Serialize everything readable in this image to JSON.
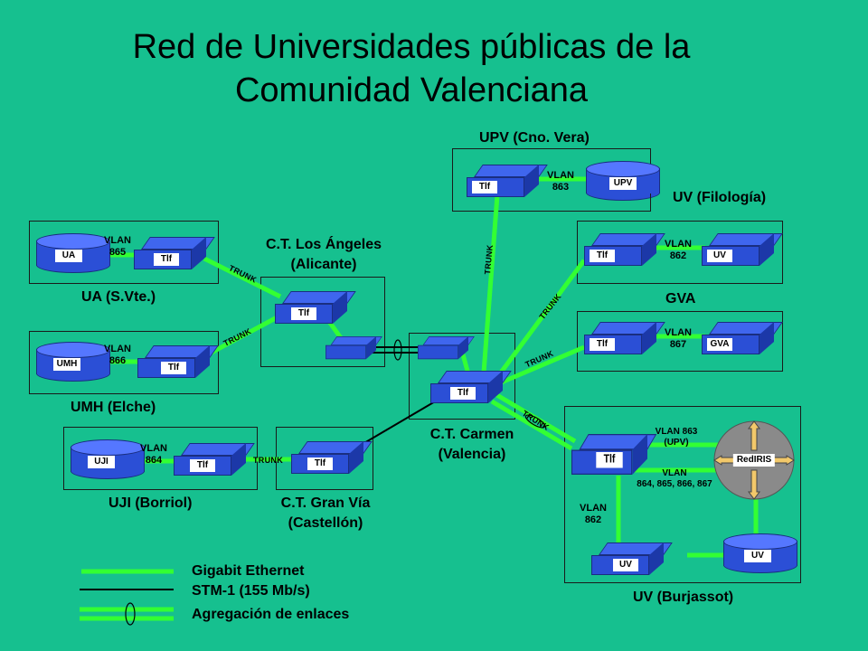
{
  "title_line1": "Red de Universidades públicas de la",
  "title_line2": "Comunidad Valenciana",
  "sites": {
    "upv": "UPV (Cno. Vera)",
    "uv_filologia": "UV (Filología)",
    "gva": "GVA",
    "ua": "UA (S.Vte.)",
    "umh": "UMH (Elche)",
    "uji": "UJI (Borriol)",
    "ct_angeles_1": "C.T. Los Ángeles",
    "ct_angeles_2": "(Alicante)",
    "ct_carmen_1": "C.T. Carmen",
    "ct_carmen_2": "(Valencia)",
    "ct_granvia_1": "C.T. Gran Vía",
    "ct_granvia_2": "(Castellón)",
    "uv_burjassot": "UV (Burjassot)"
  },
  "device_tags": {
    "tlf": "Tlf",
    "upv": "UPV",
    "uv": "UV",
    "gva": "GVA",
    "ua": "UA",
    "umh": "UMH",
    "uji": "UJI",
    "rediris": "RedIRIS"
  },
  "vlans": {
    "upv_1": "VLAN",
    "upv_2": "863",
    "filologia_1": "VLAN",
    "filologia_2": "862",
    "gva_1": "VLAN",
    "gva_2": "867",
    "ua_1": "VLAN",
    "ua_2": "865",
    "umh_1": "VLAN",
    "umh_2": "866",
    "uji_1": "VLAN",
    "uji_2": "864",
    "burj_upv_1": "VLAN 863",
    "burj_upv_2": "(UPV)",
    "burj_multi_1": "VLAN",
    "burj_multi_2": "864, 865, 866, 867",
    "burj_862_1": "VLAN",
    "burj_862_2": "862"
  },
  "trunk_label": "TRUNK",
  "legend": {
    "gigabit": "Gigabit Ethernet",
    "stm1": "STM-1 (155 Mb/s)",
    "aggregation": "Agregación de enlaces"
  },
  "colors": {
    "background": "#16c08f",
    "gigabit": "#33ff33",
    "stm1": "#000000",
    "device": "#2b4fd6"
  }
}
